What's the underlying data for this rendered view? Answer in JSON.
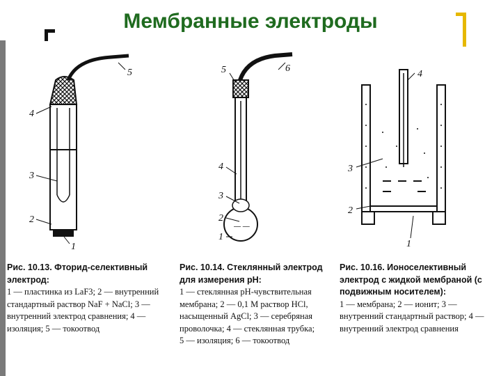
{
  "slide_title": "Мембранные электроды",
  "colors": {
    "title": "#1f6b1f",
    "bracket_right": "#e6b800",
    "line": "#111111"
  },
  "fig1": {
    "labels": [
      "5",
      "4",
      "3",
      "2",
      "1"
    ],
    "caption_title": "Рис. 10.13. Фторид-селективный электрод:",
    "caption_lines": [
      "1 — пластинка из LaF3; 2 — внутренний",
      "стандартный раствор NaF + NaCl; 3 —",
      "внутренний электрод сравнения; 4 —",
      "изоляция; 5 — токоотвод"
    ]
  },
  "fig2": {
    "labels": [
      "5",
      "6",
      "4",
      "3",
      "2",
      "1"
    ],
    "caption_title": "Рис. 10.14. Стеклянный электрод для измерения pH:",
    "caption_lines": [
      "1 — стеклянная pH-чувствительная",
      "мембрана; 2 — 0,1 М раствор HCl,",
      "насыщенный AgCl; 3 — серебряная",
      "проволочка; 4 — стеклянная трубка;",
      "5 — изоляция; 6 — токоотвод"
    ]
  },
  "fig3": {
    "labels": [
      "4",
      "3",
      "2",
      "1"
    ],
    "caption_title": "Рис. 10.16. Ионоселективный электрод с жидкой мембраной (с подвижным носителем):",
    "caption_lines": [
      "1 — мембрана; 2 — ионит; 3 — внутренний стандартный раствор; 4 —",
      "внутренний электрод сравнения"
    ]
  }
}
